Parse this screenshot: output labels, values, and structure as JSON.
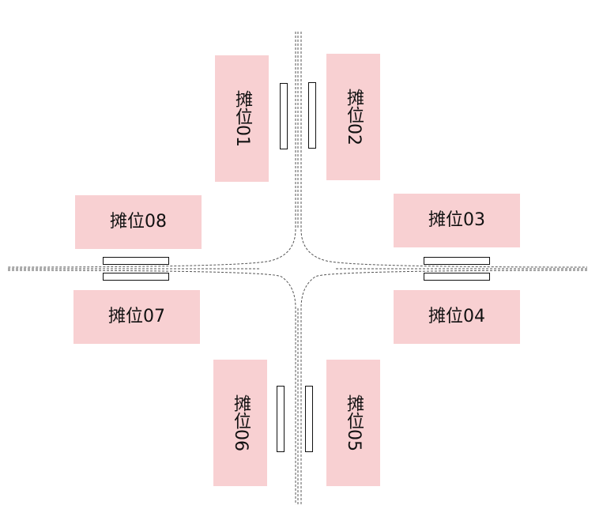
{
  "stalls": [
    {
      "id": "01",
      "label": "摊位01"
    },
    {
      "id": "02",
      "label": "摊位02"
    },
    {
      "id": "03",
      "label": "摊位03"
    },
    {
      "id": "04",
      "label": "摊位04"
    },
    {
      "id": "05",
      "label": "摊位05"
    },
    {
      "id": "06",
      "label": "摊位06"
    },
    {
      "id": "07",
      "label": "摊位07"
    },
    {
      "id": "08",
      "label": "摊位08"
    }
  ],
  "colors": {
    "stall_fill": "#f8d0d2",
    "road_line": "#555555",
    "barrier_border": "#111111"
  }
}
